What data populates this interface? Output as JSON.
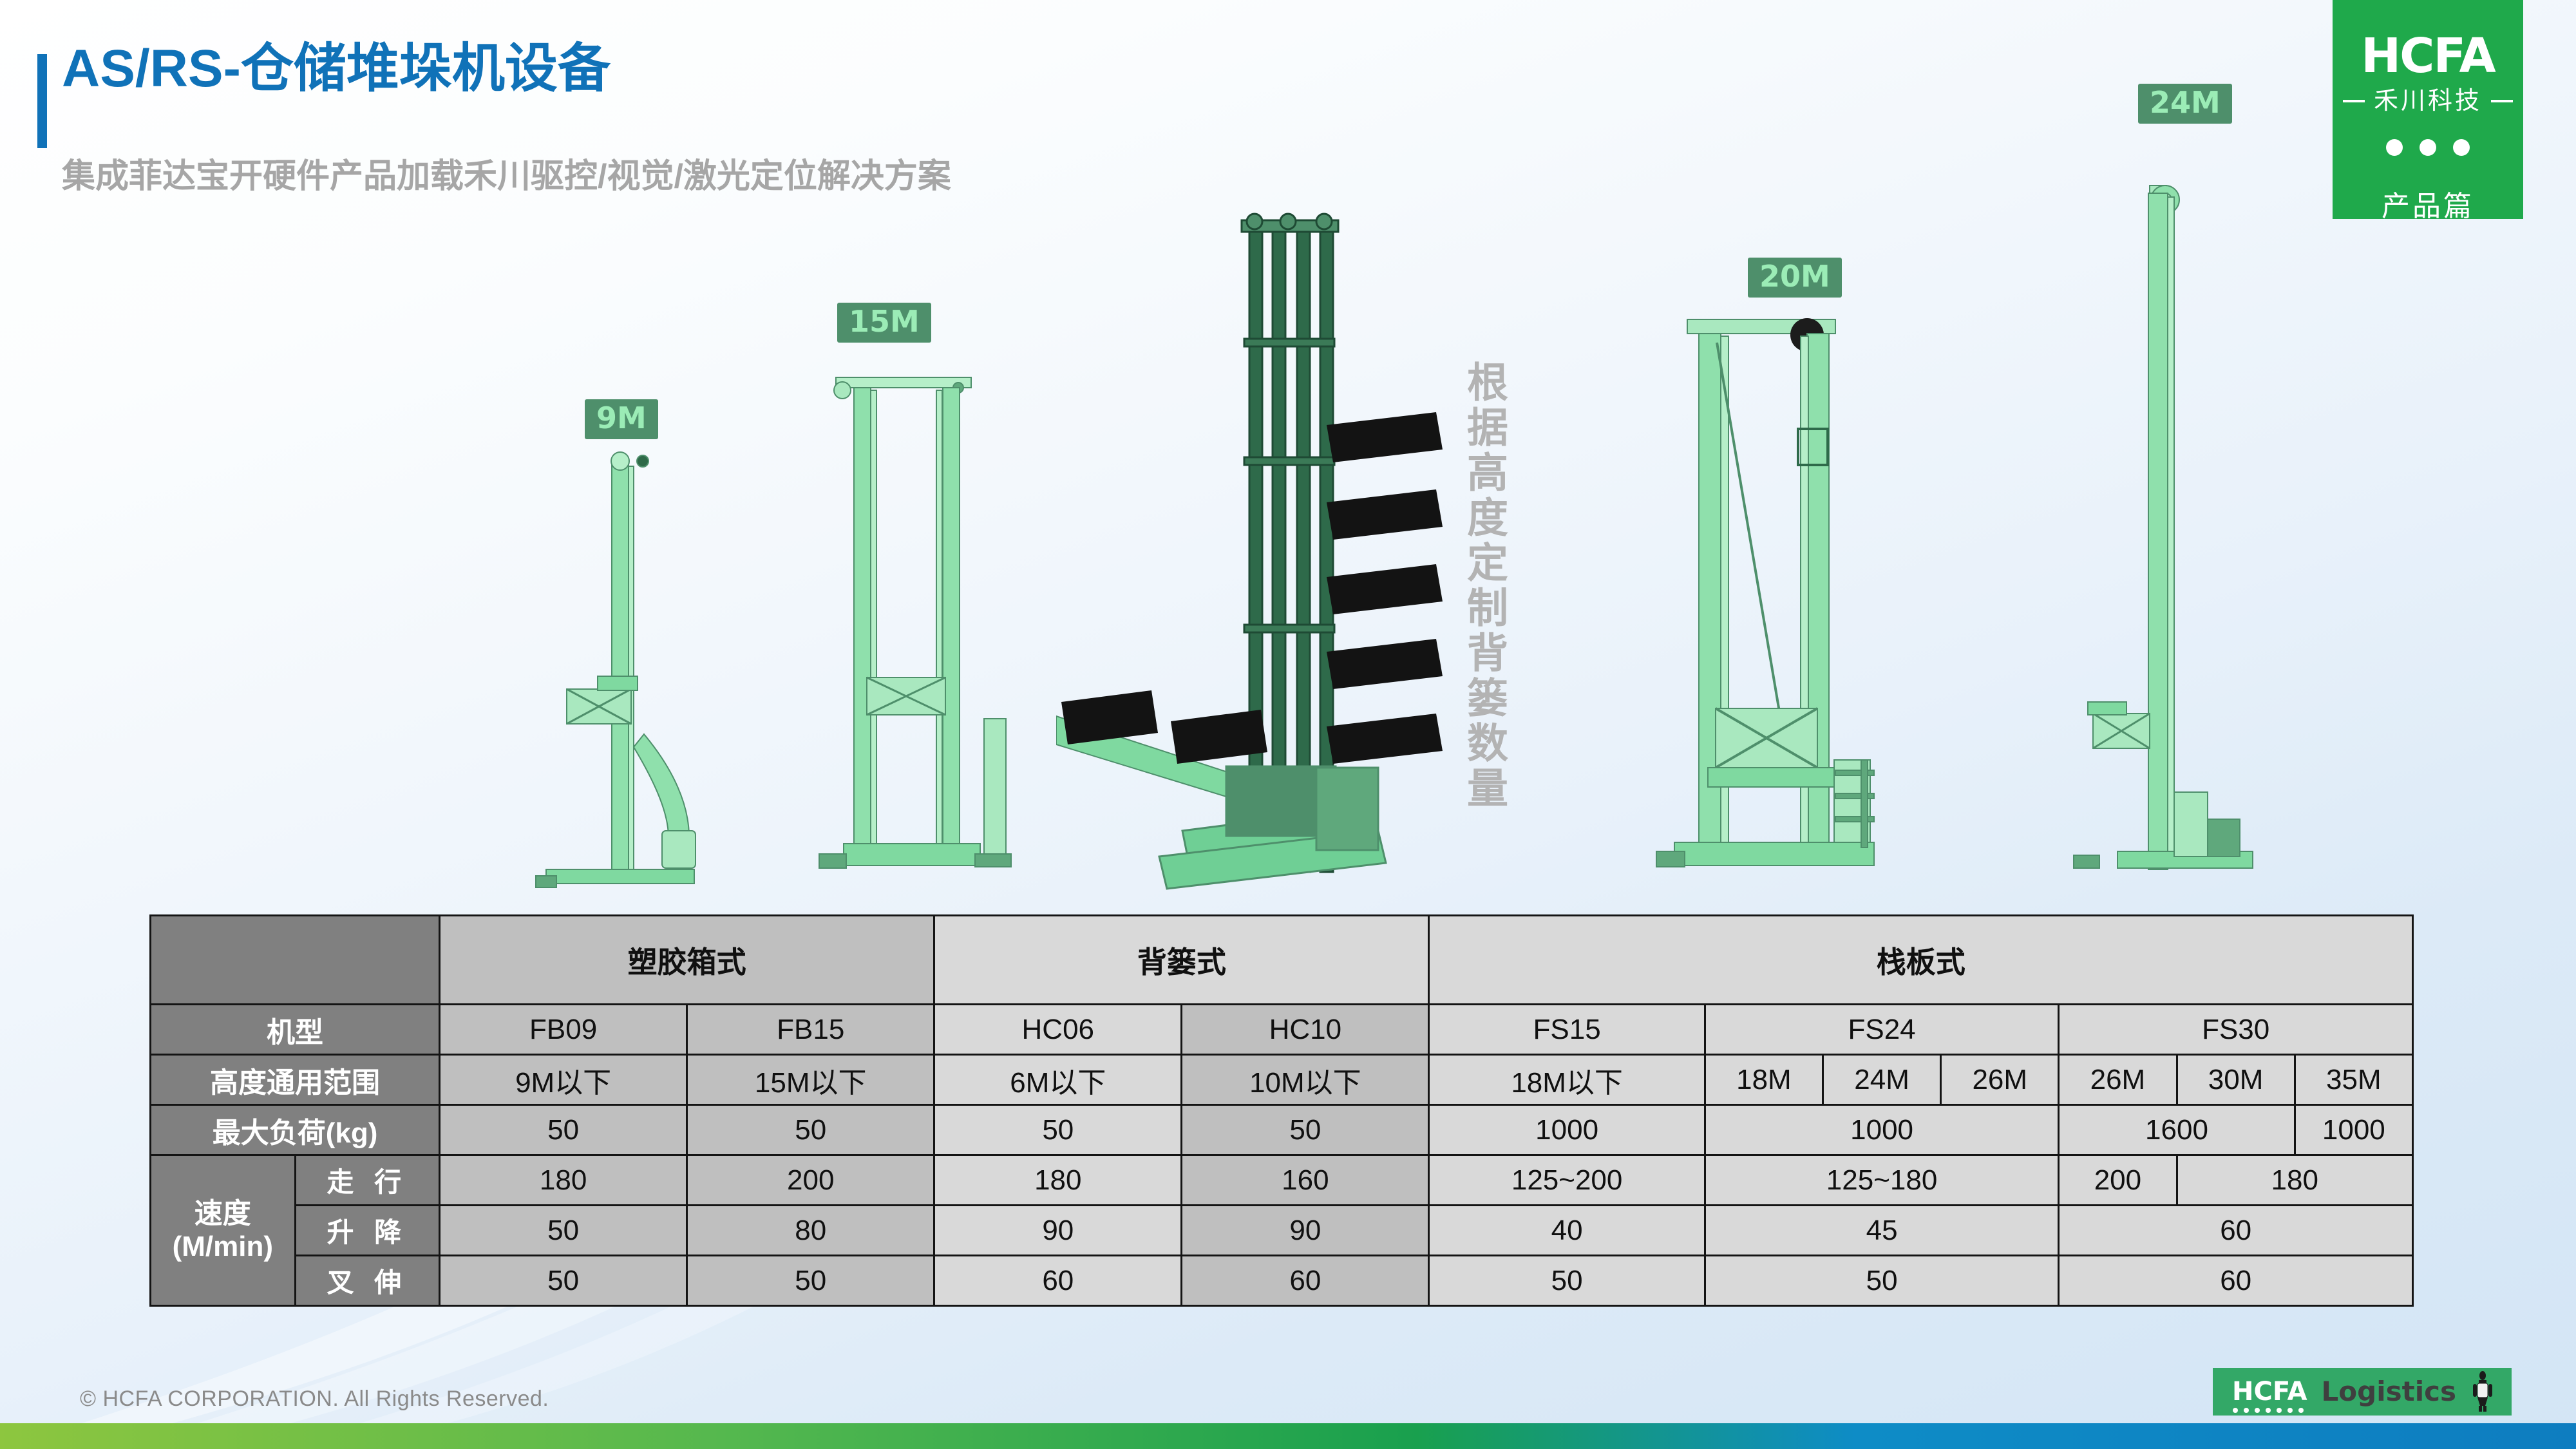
{
  "header": {
    "title": "AS/RS-仓储堆垛机设备",
    "subtitle": "集成菲达宝开硬件产品加载禾川驱控/视觉/激光定位解决方案",
    "accent_color": "#1072B8",
    "subtitle_color": "#A6A6A6"
  },
  "brand": {
    "logo_text": "HCFA",
    "logo_cn": "禾川科技",
    "section": "产品篇",
    "badge_color": "#1FA94B"
  },
  "annotations": {
    "vertical_note": "根据高度定制背篓数量",
    "machine_labels": [
      {
        "label": "9M"
      },
      {
        "label": "15M"
      },
      {
        "label": "20M"
      },
      {
        "label": "24M"
      }
    ],
    "label_bg": "#4E8F6B",
    "label_fg": "#9BECB6"
  },
  "table": {
    "group_headers": [
      {
        "label": "塑胶箱式",
        "span": 2,
        "tone": "dark"
      },
      {
        "label": "背篓式",
        "span": 2,
        "tone": "light"
      },
      {
        "label": "栈板式",
        "span": 7,
        "tone": "light"
      }
    ],
    "rows": {
      "model": {
        "label": "机型",
        "cells": [
          "FB09",
          "FB15",
          "HC06",
          "HC10",
          "FS15",
          "FS24",
          "FS30"
        ]
      },
      "height": {
        "label": "高度通用范围",
        "cells": [
          "9M以下",
          "15M以下",
          "6M以下",
          "10M以下",
          "18M以下",
          "18M",
          "24M",
          "26M",
          "26M",
          "30M",
          "35M"
        ]
      },
      "load": {
        "label": "最大负荷(kg)",
        "cells": [
          "50",
          "50",
          "50",
          "50",
          "1000",
          "1000",
          "1600",
          "1000"
        ]
      },
      "speed_label": "速度\n(M/min)",
      "speed": [
        {
          "label": "走 行",
          "cells": [
            "180",
            "200",
            "180",
            "160",
            "125~200",
            "125~180",
            "200",
            "180"
          ]
        },
        {
          "label": "升 降",
          "cells": [
            "50",
            "80",
            "90",
            "90",
            "40",
            "45",
            "60"
          ]
        },
        {
          "label": "叉 伸",
          "cells": [
            "50",
            "50",
            "60",
            "60",
            "50",
            "50",
            "60"
          ]
        }
      ]
    }
  },
  "footer": {
    "copyright": "© HCFA CORPORATION. All Rights Reserved.",
    "logistics_brand": "HCFA",
    "logistics_word": "Logistics",
    "logistics_bg": "#33A867"
  }
}
